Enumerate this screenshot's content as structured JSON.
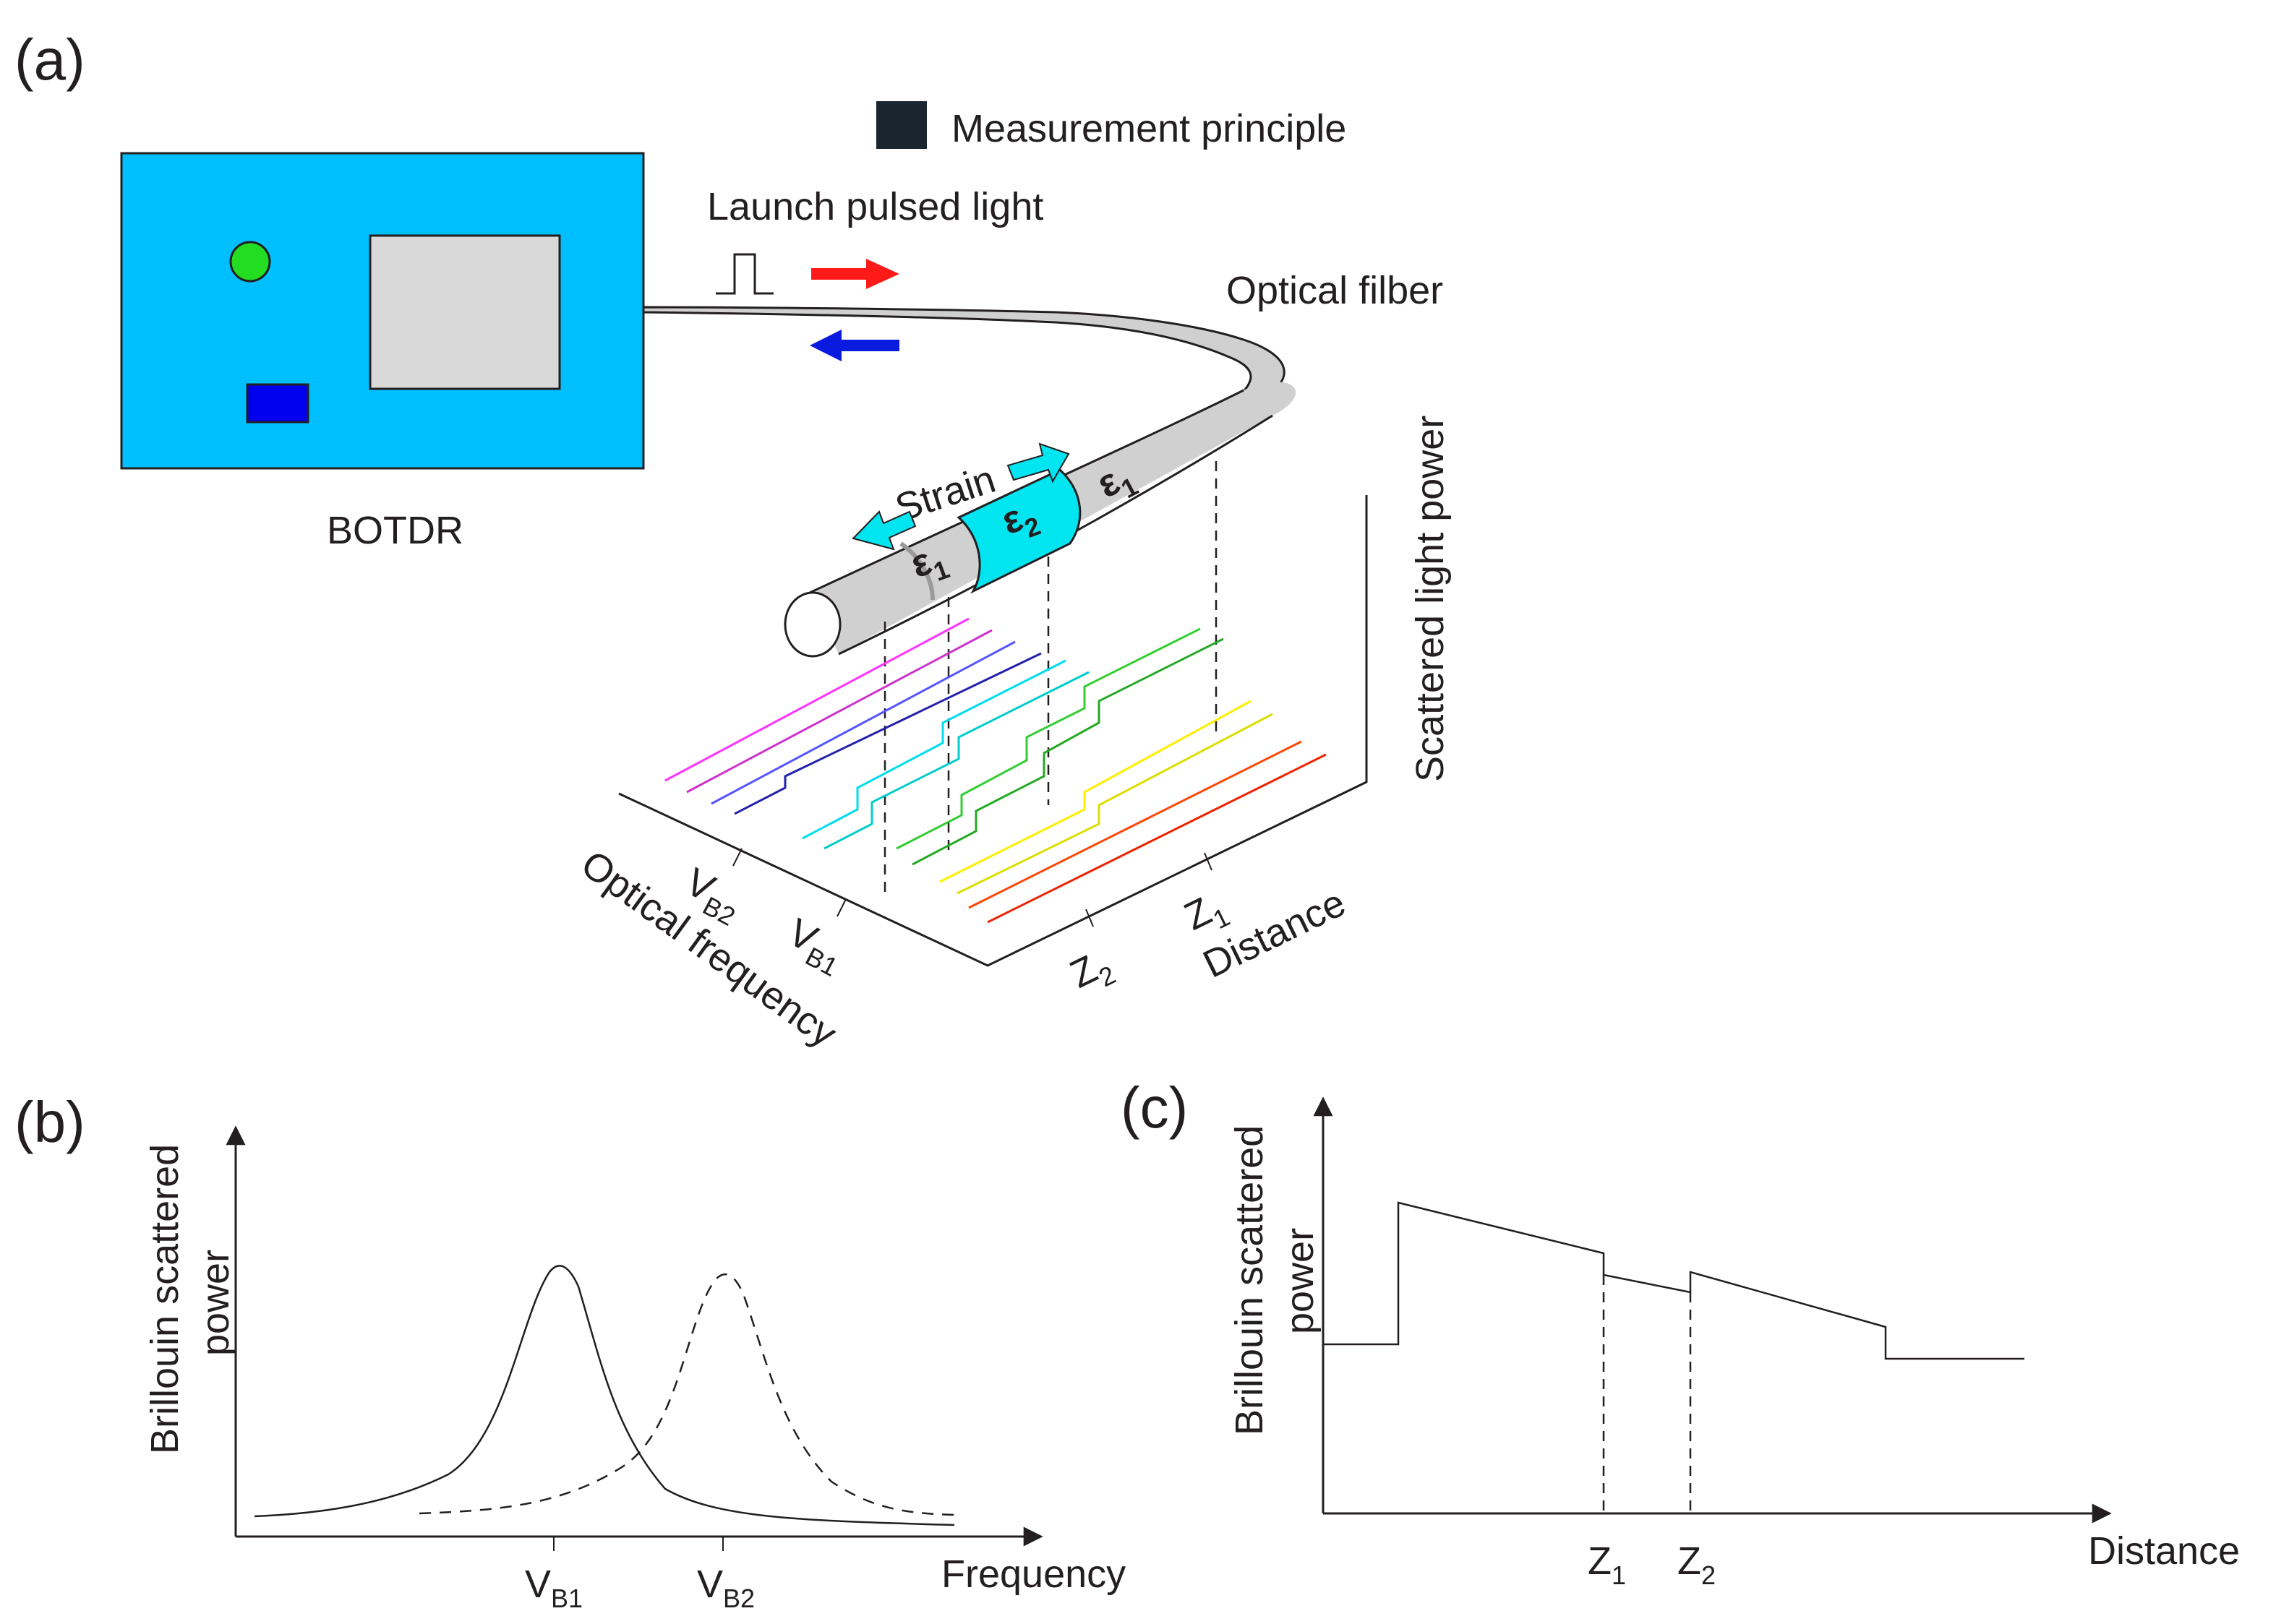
{
  "panels": {
    "a": "(a)",
    "b": "(b)",
    "c": "(c)"
  },
  "legend": {
    "label": "Measurement principle",
    "swatch_color": "#1b252f"
  },
  "device": {
    "label": "BOTDR",
    "body_color": "#00bfff",
    "screen_color": "#d8d8d8",
    "led_color": "#22dd22",
    "button_color": "#0000ee"
  },
  "fiber": {
    "launch_label": "Launch pulsed light",
    "fiber_label": "Optical filber",
    "strain_label": "Strain",
    "epsilon_1": "ε",
    "epsilon_1_sub": "1",
    "epsilon_2": "ε",
    "epsilon_2_sub": "2",
    "forward_arrow_color": "#ff1a1a",
    "backward_arrow_color": "#0a1adf",
    "strain_color": "#00e5f0"
  },
  "panel_a_plot": {
    "z_axis_label": "Scattered light power",
    "x_axis_label": "Optical frequency",
    "y_axis_label": "Distance",
    "vb1": "V",
    "vb1_sub": "B1",
    "vb2": "V",
    "vb2_sub": "B2",
    "z1": "Z",
    "z1_sub": "1",
    "z2": "Z",
    "z2_sub": "2",
    "trace_colors": [
      "#ff33ff",
      "#cc33cc",
      "#5555ff",
      "#2222aa",
      "#00ddee",
      "#00cccc",
      "#33cc33",
      "#22aa22",
      "#ffee00",
      "#dddd00",
      "#ff4400",
      "#ee2200"
    ]
  },
  "panel_b": {
    "ylabel_line1": "Brillouin scattered",
    "ylabel_line2": "power",
    "xlabel": "Frequency",
    "peak1": "V",
    "peak1_sub": "B1",
    "peak2": "V",
    "peak2_sub": "B2"
  },
  "panel_c": {
    "ylabel_line1": "Brillouin scattered",
    "ylabel_line2": "power",
    "xlabel": "Distance",
    "z1": "Z",
    "z1_sub": "1",
    "z2": "Z",
    "z2_sub": "2"
  }
}
